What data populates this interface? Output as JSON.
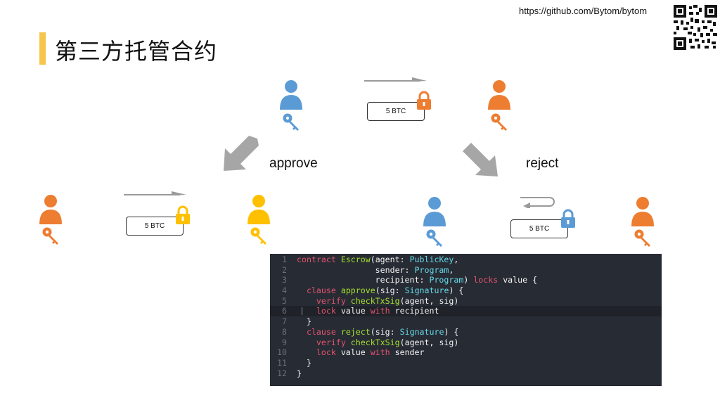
{
  "header": {
    "title": "第三方托管合约",
    "url": "https://github.com/Bytom/bytom"
  },
  "diagram": {
    "top_box": "5 BTC",
    "left_box": "5 BTC",
    "right_box": "5 BTC",
    "approve_label": "approve",
    "reject_label": "reject"
  },
  "colors": {
    "accent": "#f6c64a",
    "blue_user": "#5b9bd5",
    "orange_user": "#ed7d31",
    "yellow_user": "#ffc000",
    "arrow_gray": "#a6a6a6",
    "code_bg": "#272b34"
  },
  "code": {
    "lines": [
      {
        "n": "1",
        "tokens": [
          [
            "kw",
            "contract "
          ],
          [
            "fn",
            "Escrow"
          ],
          [
            "tx",
            "(agent: "
          ],
          [
            "ty",
            "PublicKey"
          ],
          [
            "tx",
            ","
          ]
        ]
      },
      {
        "n": "2",
        "tokens": [
          [
            "tx",
            "                sender: "
          ],
          [
            "ty",
            "Program"
          ],
          [
            "tx",
            ","
          ]
        ]
      },
      {
        "n": "3",
        "tokens": [
          [
            "tx",
            "                recipient: "
          ],
          [
            "ty",
            "Program"
          ],
          [
            "tx",
            ") "
          ],
          [
            "kw",
            "locks"
          ],
          [
            "tx",
            " value {"
          ]
        ]
      },
      {
        "n": "4",
        "tokens": [
          [
            "tx",
            "  "
          ],
          [
            "kw",
            "clause "
          ],
          [
            "fn",
            "approve"
          ],
          [
            "tx",
            "(sig: "
          ],
          [
            "ty",
            "Signature"
          ],
          [
            "tx",
            ") {"
          ]
        ]
      },
      {
        "n": "5",
        "tokens": [
          [
            "tx",
            "    "
          ],
          [
            "kw",
            "verify "
          ],
          [
            "fn",
            "checkTxSig"
          ],
          [
            "tx",
            "(agent, sig)"
          ]
        ]
      },
      {
        "n": "6",
        "tokens": [
          [
            "tx",
            "    "
          ],
          [
            "kw",
            "lock"
          ],
          [
            "tx",
            " value "
          ],
          [
            "kw",
            "with"
          ],
          [
            "tx",
            " recipient"
          ]
        ]
      },
      {
        "n": "7",
        "tokens": [
          [
            "tx",
            "  }"
          ]
        ]
      },
      {
        "n": "8",
        "tokens": [
          [
            "tx",
            "  "
          ],
          [
            "kw",
            "clause "
          ],
          [
            "fn",
            "reject"
          ],
          [
            "tx",
            "(sig: "
          ],
          [
            "ty",
            "Signature"
          ],
          [
            "tx",
            ") {"
          ]
        ]
      },
      {
        "n": "9",
        "tokens": [
          [
            "tx",
            "    "
          ],
          [
            "kw",
            "verify "
          ],
          [
            "fn",
            "checkTxSig"
          ],
          [
            "tx",
            "(agent, sig)"
          ]
        ]
      },
      {
        "n": "10",
        "tokens": [
          [
            "tx",
            "    "
          ],
          [
            "kw",
            "lock"
          ],
          [
            "tx",
            " value "
          ],
          [
            "kw",
            "with"
          ],
          [
            "tx",
            " sender"
          ]
        ]
      },
      {
        "n": "11",
        "tokens": [
          [
            "tx",
            "  }"
          ]
        ]
      },
      {
        "n": "12",
        "tokens": [
          [
            "tx",
            "}"
          ]
        ]
      }
    ],
    "active_line": 6
  }
}
